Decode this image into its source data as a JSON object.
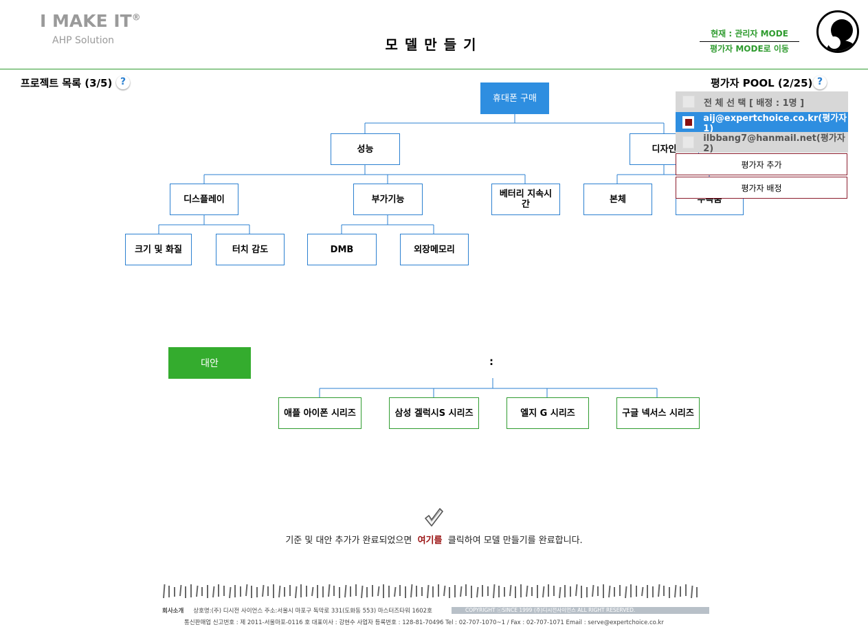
{
  "header": {
    "logo_main": "I MAKE IT",
    "logo_mark": "®",
    "logo_sub": "AHP Solution",
    "page_title": "모델만들기",
    "mode_current": "현재 : 관리자 MODE",
    "mode_switch": "평가자 MODE로 이동"
  },
  "projects": {
    "title": "프로젝트 목록 (3/5)",
    "help": "?"
  },
  "evaluator_pool": {
    "title": "평가자 POOL (2/25)",
    "help": "?",
    "select_all": "전 체 선 택 [ 배정 : 1명 ]",
    "evaluators": [
      {
        "label": "aij@expertchoice.co.kr(평가자1)",
        "checked": true
      },
      {
        "label": "ilbbang7@hanmail.net(평가자2)",
        "checked": false
      }
    ],
    "add_button": "평가자 추가",
    "assign_button": "평가자 배정"
  },
  "tree": {
    "goal": "휴대폰 구매",
    "criteria": [
      "성능",
      "디자인"
    ],
    "subcriteria": [
      "디스플레이",
      "부가기능",
      "베터리 지속시간",
      "본체",
      "부속품"
    ],
    "subsub": [
      "크기 및 화질",
      "터치 감도",
      "DMB",
      "외장메모리"
    ]
  },
  "alternatives": {
    "button": "대안",
    "separator": ":",
    "items": [
      "애플 아이폰 시리즈",
      "삼성 겔럭시S 시리즈",
      "엘지 G 시리즈",
      "구글 넥서스 시리즈"
    ]
  },
  "completion": {
    "before": "기준 및 대안 추가가 완료되었으면",
    "link": "여기를",
    "after": "클릭하여 모델 만들기를 완료합니다."
  },
  "footer": {
    "company_label": "회사소개",
    "line1": "상호명:(주) 디시전 사이언스  주소:서울시 마포구 독막로 331(도화동 553) 마스터즈타워 1602호",
    "copyright": "COPYRIGHT ⓒSINCE 1999 (주)디시전사이언스 ALL RIGHT RESERVED.",
    "line2": "통신판매업 신고번호 : 제 2011-서울마포-0116 호 대표이사 : 강현수  사업자 등록번호 : 128-81-70496  Tel : 02-707-1070~1 / Fax : 02-707-1071  Email : serve@expertchoice.co.kr"
  },
  "colors": {
    "accent_blue": "#2e8ee0",
    "accent_green": "#34ac2e",
    "mode_green": "#2e9b2e",
    "link_red": "#9a1212"
  }
}
